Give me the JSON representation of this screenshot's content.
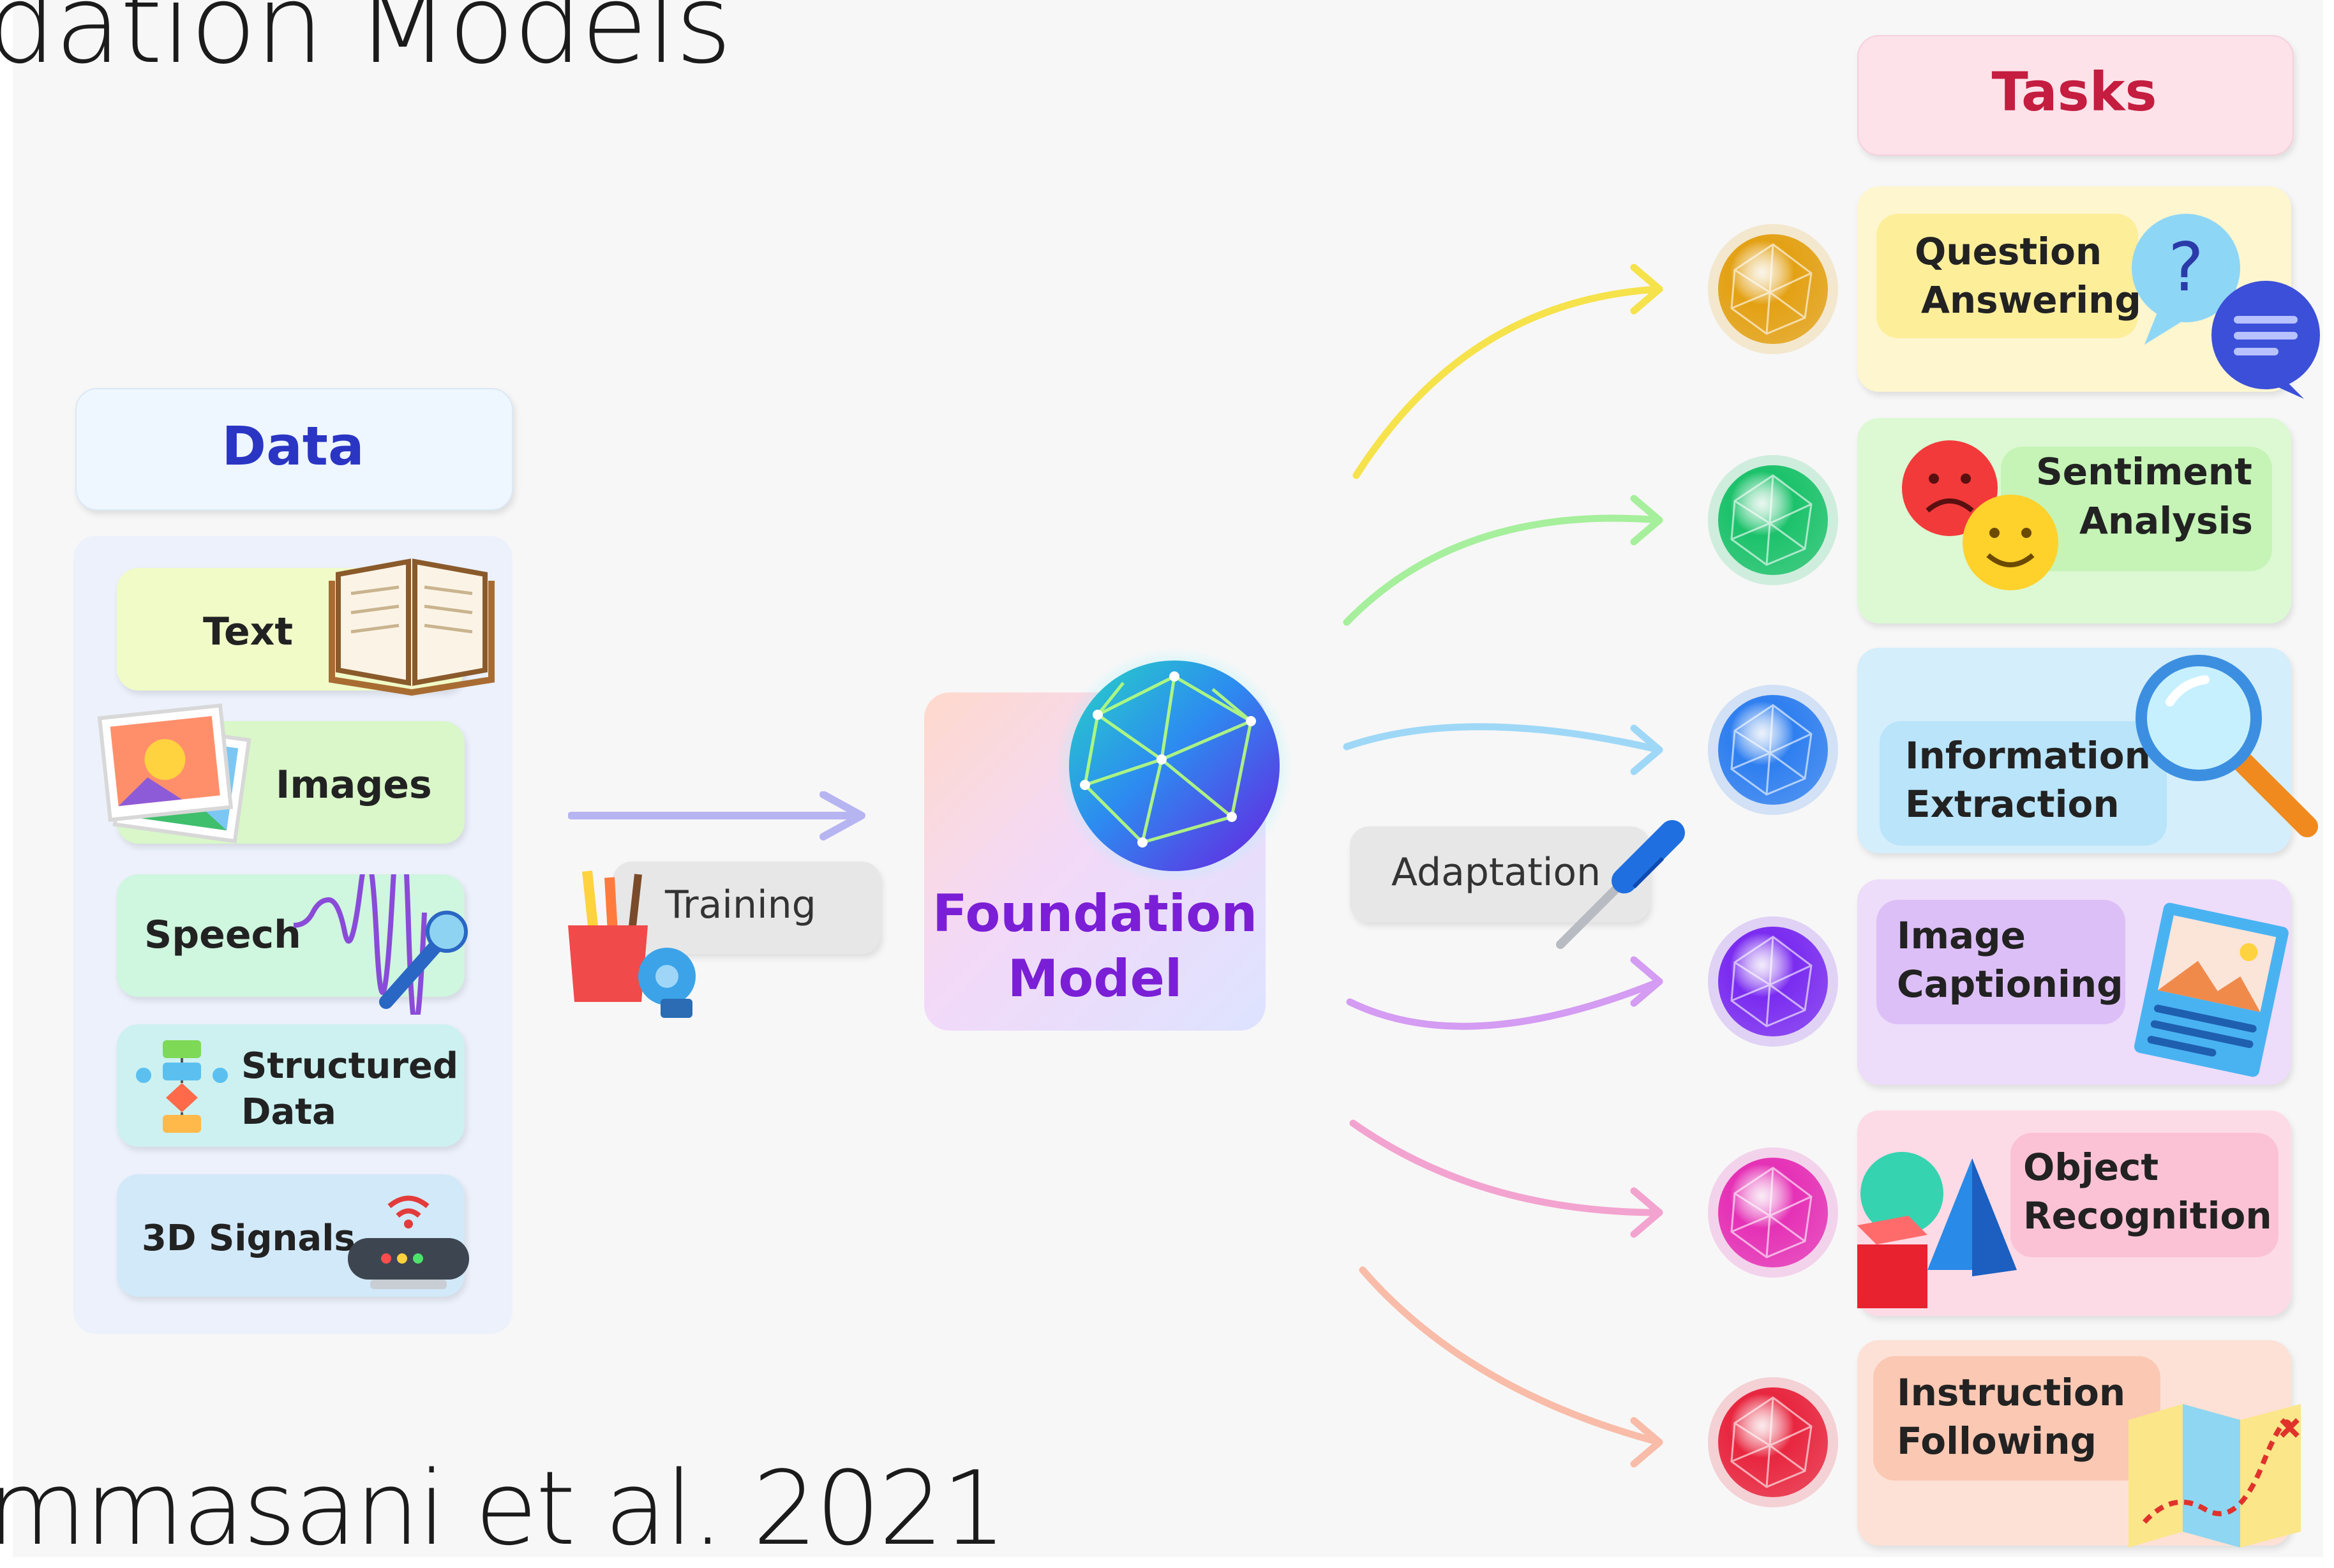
{
  "slide": {
    "title": "dation Models",
    "citation": "mmasani et al. 2021"
  },
  "data_panel": {
    "header": "Data",
    "items": [
      {
        "label": "Text",
        "icon": "open-book-icon",
        "color": "#f0fbc8"
      },
      {
        "label": "Images",
        "icon": "photo-icon",
        "color": "#d9f7c8"
      },
      {
        "label": "Speech",
        "icon": "microphone-wave-icon",
        "color": "#cff6df"
      },
      {
        "label_line1": "Structured",
        "label_line2": "Data",
        "icon": "flowchart-icon",
        "color": "#cdf1f1"
      },
      {
        "label": "3D Signals",
        "icon": "router-icon",
        "color": "#d2e9f9"
      }
    ]
  },
  "training": {
    "label": "Training",
    "icon": "pencil-cup-icon"
  },
  "foundation_model": {
    "line1": "Foundation",
    "line2": "Model",
    "color": "#7a1fd6",
    "icon": "neural-globe-icon"
  },
  "adaptation": {
    "label": "Adaptation",
    "icon": "screwdriver-icon"
  },
  "tasks_panel": {
    "header": "Tasks",
    "header_color": "#c41d3f",
    "items": [
      {
        "line1": "Question",
        "line2": "Answering",
        "icon": "speech-bubbles-icon",
        "color": "#fdf6cf",
        "sphere": "#e3a114",
        "arrow": "#f6e24a"
      },
      {
        "line1": "Sentiment",
        "line2": "Analysis",
        "icon": "emoji-faces-icon",
        "color": "#dcf9d3",
        "sphere": "#1cc26b",
        "arrow": "#a6ef9c"
      },
      {
        "line1": "Information",
        "line2": "Extraction",
        "icon": "magnifier-icon",
        "color": "#d4eefb",
        "sphere": "#2f7ff0",
        "arrow": "#9fd8f7"
      },
      {
        "line1": "Image",
        "line2": "Captioning",
        "icon": "picture-card-icon",
        "color": "#eddcfa",
        "sphere": "#7a2cf0",
        "arrow": "#d49cf2"
      },
      {
        "line1": "Object",
        "line2": "Recognition",
        "icon": "3d-shapes-icon",
        "color": "#fddbe6",
        "sphere": "#e531b6",
        "arrow": "#f3a3cf"
      },
      {
        "line1": "Instruction",
        "line2": "Following",
        "icon": "treasure-map-icon",
        "color": "#fde1d6",
        "sphere": "#e8263f",
        "arrow": "#f8bca8"
      }
    ]
  }
}
